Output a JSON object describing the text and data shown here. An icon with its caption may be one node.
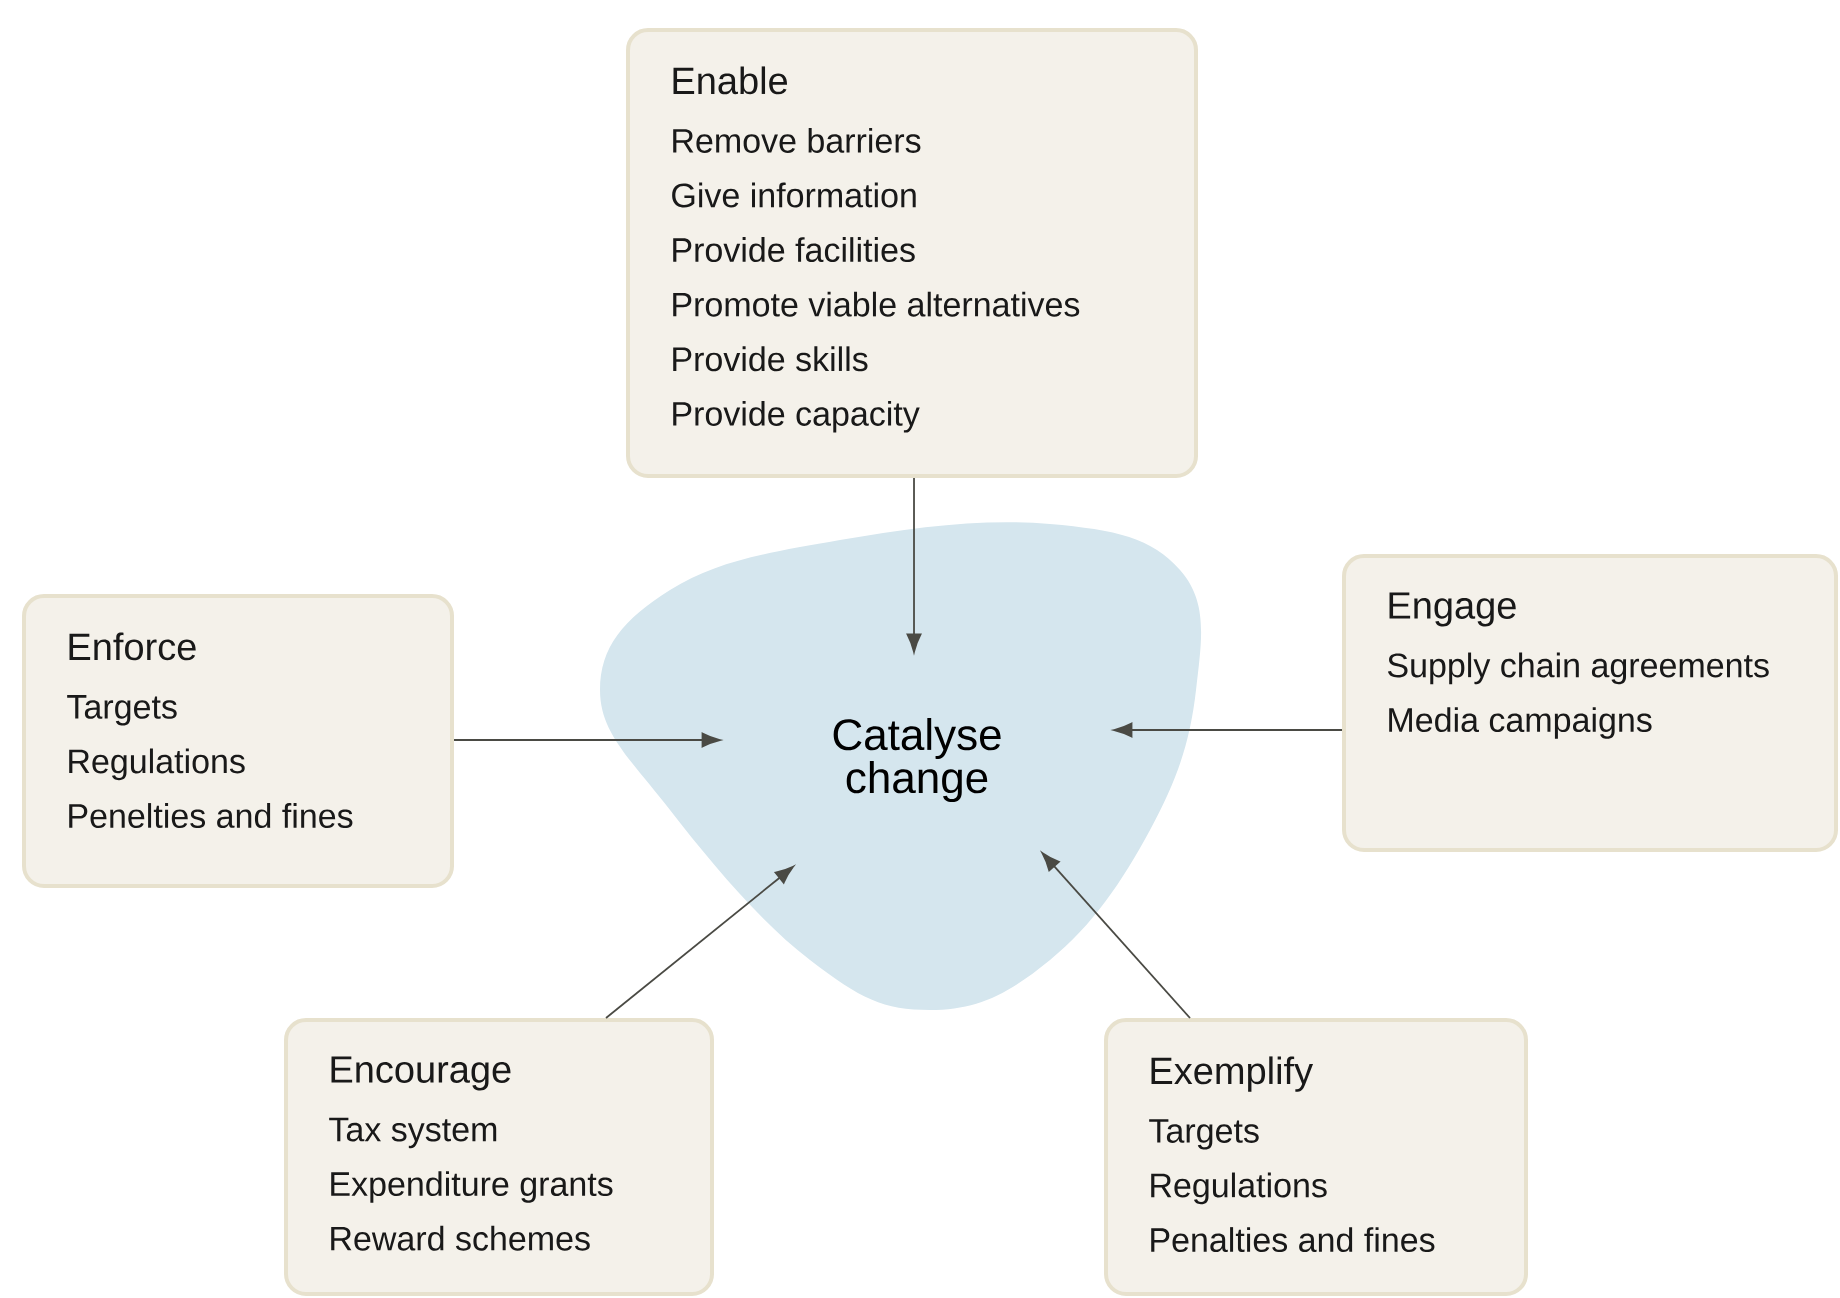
{
  "diagram": {
    "nodes": [
      {
        "text": [
          "Enable",
          "Remove barriers",
          "Give information",
          "Provide facilities",
          "Promote viable alternatives",
          "Provide skills",
          "Provide capacity"
        ]
      },
      {
        "text": [
          "Enforce",
          "Targets",
          "Regulations",
          "Penelties and fines"
        ]
      },
      {
        "text": [
          "Catalyse change"
        ]
      },
      {
        "text": [
          "Engage",
          "Supply chain agreements",
          "Media campaigns"
        ]
      },
      {
        "text": [
          "Encourage",
          "Tax system",
          "Expenditure grants",
          "Reward schemes"
        ]
      },
      {
        "text": [
          "Exemplify",
          "Targets",
          "Regulations",
          "Penalties and fines"
        ]
      }
    ],
    "edges": [
      {
        "from": 0,
        "to": 2,
        "arrow": "to"
      },
      {
        "from": 1,
        "to": 2,
        "arrow": "to"
      },
      {
        "from": 3,
        "to": 2,
        "arrow": "to"
      },
      {
        "from": 4,
        "to": 2,
        "arrow": "to"
      },
      {
        "from": 5,
        "to": 2,
        "arrow": "to"
      }
    ]
  }
}
